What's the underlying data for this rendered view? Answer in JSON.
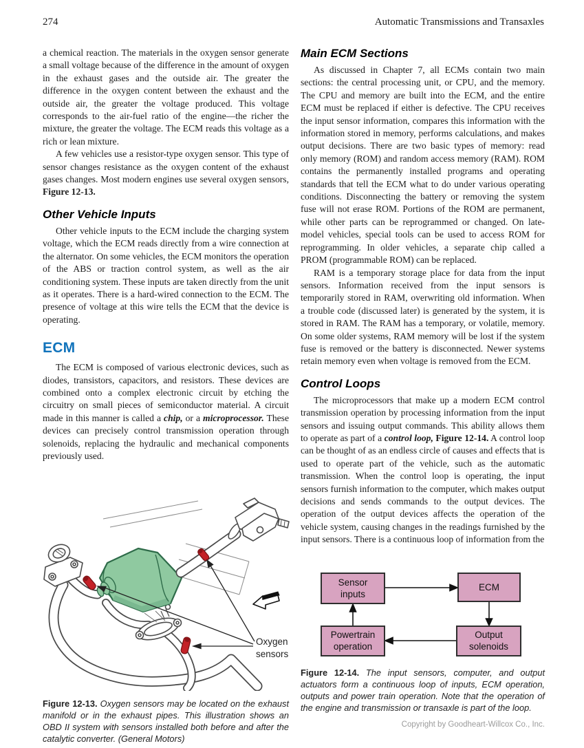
{
  "page": {
    "number": "274",
    "running_head": "Automatic Transmissions and Transaxles",
    "copyright": "Copyright by Goodheart-Willcox Co., Inc."
  },
  "colors": {
    "heading_blue": "#1173bb",
    "diagram_box_pink": "#d8a3c0",
    "converter_green": "#8fc9a0",
    "sensor_red": "#c42127"
  },
  "left_column": {
    "para_oxygen_voltage": "a chemical reaction. The materials in the oxygen sensor generate a small voltage because of the difference in the amount of oxygen in the exhaust gases and the outside air. The greater the difference in the oxygen content between the exhaust and the outside air, the greater the voltage produced. This voltage corresponds to the air-fuel ratio of the engine—the richer the mixture, the greater the voltage. The ECM reads this voltage as a rich or lean mixture.",
    "para_resistor": "A few vehicles use a resistor-type oxygen sensor. This type of sensor changes resistance as the oxygen content of the exhaust gases changes. Most modern engines use several oxygen sensors, ",
    "para_resistor_figref": "Figure 12-13.",
    "heading_other_inputs": "Other Vehicle Inputs",
    "para_other_inputs": "Other vehicle inputs to the ECM include the charging system voltage, which the ECM reads directly from a wire connection at the alternator. On some vehicles, the ECM monitors the operation of the ABS or traction control system, as well as the air conditioning system. These inputs are taken directly from the unit as it operates. There is a hard-wired connection to the ECM. The presence of voltage at this wire tells the ECM that the device is operating.",
    "heading_ecm": "ECM",
    "para_ecm_1": "The ECM is composed of various electronic devices, such as diodes, transistors, capacitors, and resistors. These devices are combined onto a complex electronic circuit by etching the circuitry on small pieces of semiconductor material. A circuit made in this manner is called a ",
    "para_ecm_chip": "chip,",
    "para_ecm_2": " or a ",
    "para_ecm_micro": "microprocessor.",
    "para_ecm_3": " These devices can precisely control transmission operation through solenoids, replacing the hydraulic and mechanical components previously used.",
    "figure_13": {
      "label": "Oxygen sensors",
      "caption_lead": "Figure 12-13.",
      "caption_text": " Oxygen sensors may be located on the exhaust manifold or in the exhaust pipes. This illustration shows an OBD II system with sensors installed both before and after the catalytic converter. (General Motors)"
    }
  },
  "right_column": {
    "heading_main": "Main ECM Sections",
    "para_main_1": "As discussed in Chapter 7, all ECMs contain two main sections: the central processing unit, or CPU, and the memory. The CPU and memory are built into the ECM, and the entire ECM must be replaced if either is defective. The CPU receives the input sensor information, compares this information with the information stored in memory, performs calculations, and makes output decisions. There are two basic types of memory: read only memory (ROM) and random access memory (RAM). ROM contains the permanently installed programs and operating standards that tell the ECM what to do under various operating conditions. Disconnecting the battery or removing the system fuse will not erase ROM. Portions of the ROM are permanent, while other parts can be reprogrammed or changed. On late-model vehicles, special tools can be used to access ROM for reprogramming. In older vehicles, a separate chip called a PROM (programmable ROM) can be replaced.",
    "para_main_2": "RAM is a temporary storage place for data from the input sensors. Information received from the input sensors is temporarily stored in RAM, overwriting old information. When a trouble code (discussed later) is generated by the system, it is stored in RAM. The RAM has a temporary, or volatile, memory. On some older systems, RAM memory will be lost if the system fuse is removed or the battery is disconnected. Newer systems retain memory even when voltage is removed from the ECM.",
    "heading_loops": "Control Loops",
    "para_loops_1": "The microprocessors that make up a modern ECM control transmission operation by processing information from the input sensors and issuing output commands. This ability allows them to operate as part of a ",
    "para_loops_bold1": "control loop,",
    "para_loops_mid": " ",
    "para_loops_bold2": "Figure 12-14.",
    "para_loops_2": " A control loop can be thought of as an endless circle of causes and effects that is used to operate part of the vehicle, such as the automatic transmission. When the control loop is operating, the input sensors furnish information to the computer, which makes output decisions and sends commands to the output devices. The operation of the output devices affects the operation of the vehicle system, causing changes in the readings furnished by the input sensors. There is a continuous loop of information from the",
    "figure_14": {
      "boxes": {
        "sensor": "Sensor\ninputs",
        "ecm": "ECM",
        "powertrain": "Powertrain\noperation",
        "output": "Output\nsolenoids"
      },
      "caption_lead": "Figure 12-14.",
      "caption_text": " The input sensors, computer, and output actuators form a continuous loop of inputs, ECM operation, outputs and power train operation. Note that the operation of the engine and transmission or transaxle is part of the loop."
    }
  }
}
